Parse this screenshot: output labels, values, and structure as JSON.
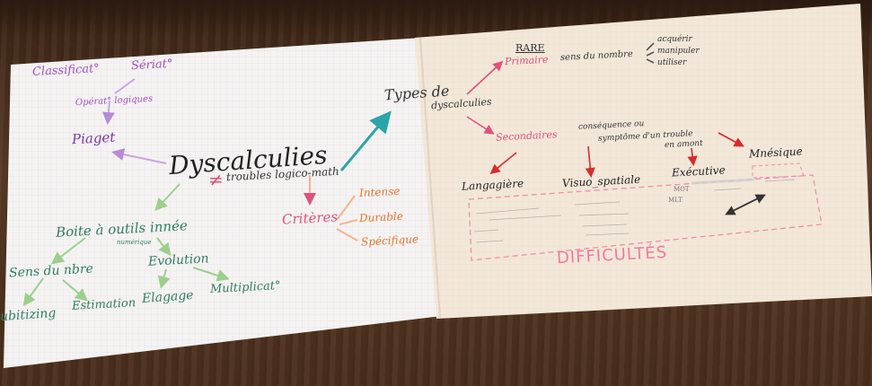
{
  "colors": {
    "paper_left": "#f4f1ee",
    "paper_right": "#f2e6d6",
    "grid": "#c9cbd6",
    "purple": "#8e4fb6",
    "pink": "#e0517b",
    "teal": "#2aa6a8",
    "green": "#2f7d62",
    "light_green": "#9ccf8e",
    "orange": "#e8742c",
    "red": "#d92b2b",
    "black": "#222222"
  },
  "icons": [
    "not-equal-icon"
  ],
  "left": {
    "classif": "Classificat°",
    "seriat": "Sériat°",
    "operat": "Opérat° logiques",
    "piaget": "Piaget",
    "dyscalculies": "Dyscalculies",
    "troubles": "troubles logico-math",
    "boite": "Boite à outils innée",
    "numerique": "numérique",
    "sens": "Sens du nbre",
    "evolution": "Evolution",
    "subitizing": "ubitizing",
    "estimation": "Estimation",
    "elagage": "Elagage",
    "multiplicat": "Multiplicat°",
    "criteres": "Critères",
    "intense": "Intense",
    "durable": "Durable",
    "specifique": "Spécifique"
  },
  "right": {
    "types": "Types de",
    "dyscalculies": "dyscalculies",
    "rare": "RARE",
    "primaire": "Primaire",
    "sens_nombre": "sens du nombre",
    "acquerir": "acquérir",
    "manipuler": "manipuler",
    "utiliser": "utiliser",
    "secondaires": "Secondaires",
    "consequence": "conséquence ou",
    "symptome": "symptôme d'un trouble",
    "en_amont": "en amont",
    "langagiere": "Langagière",
    "visuo": "Visuo_spatiale",
    "executive": "Exécutive",
    "mnesique": "Mnésique",
    "mot": "MOT",
    "mlt": "MLT",
    "difficultes": "DIFFICULTÉS"
  }
}
